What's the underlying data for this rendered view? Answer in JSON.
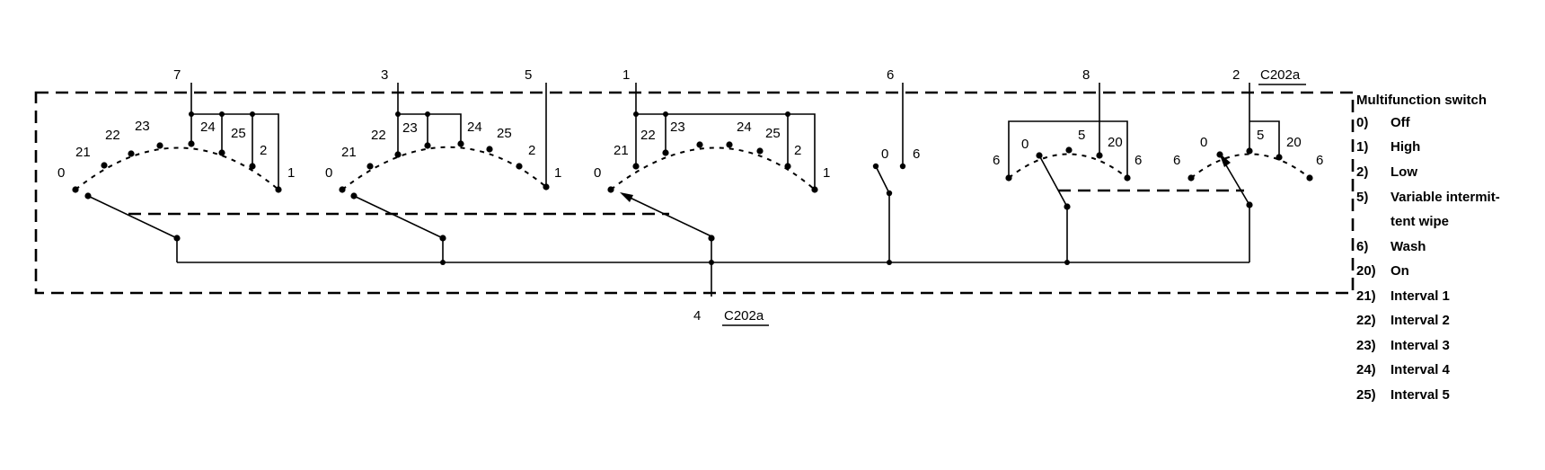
{
  "connectors": {
    "top_right": "C202a",
    "bottom": "C202a"
  },
  "pins": {
    "p7": "7",
    "p3": "3",
    "p5": "5",
    "p1": "1",
    "p6": "6",
    "p8": "8",
    "p2": "2",
    "p4": "4"
  },
  "switch1": {
    "s0": "0",
    "s21": "21",
    "s22": "22",
    "s23": "23",
    "s24": "24",
    "s25": "25",
    "s2": "2",
    "s1": "1"
  },
  "switch2": {
    "s0": "0",
    "s21": "21",
    "s22": "22",
    "s23": "23",
    "s24": "24",
    "s25": "25",
    "s2": "2",
    "s1": "1"
  },
  "switch3": {
    "s0": "0",
    "s21": "21",
    "s22": "22",
    "s23": "23",
    "s24": "24",
    "s25": "25",
    "s2": "2",
    "s1": "1"
  },
  "switch4": {
    "s0": "0",
    "s6": "6"
  },
  "switch5": {
    "s6a": "6",
    "s0": "0",
    "s5": "5",
    "s20": "20",
    "s6b": "6"
  },
  "switch6": {
    "s6a": "6",
    "s0": "0",
    "s5": "5",
    "s20": "20",
    "s6b": "6"
  },
  "legend": {
    "title": "Multifunction switch",
    "items": [
      {
        "code": "0)",
        "text": "Off"
      },
      {
        "code": "1)",
        "text": "High"
      },
      {
        "code": "2)",
        "text": "Low"
      },
      {
        "code": "5)",
        "text": "Variable intermit-"
      },
      {
        "code": "",
        "text": "tent wipe"
      },
      {
        "code": "6)",
        "text": "Wash"
      },
      {
        "code": "20)",
        "text": "On"
      },
      {
        "code": "21)",
        "text": "Interval 1"
      },
      {
        "code": "22)",
        "text": "Interval 2"
      },
      {
        "code": "23)",
        "text": "Interval 3"
      },
      {
        "code": "24)",
        "text": "Interval 4"
      },
      {
        "code": "25)",
        "text": "Interval 5"
      }
    ]
  }
}
